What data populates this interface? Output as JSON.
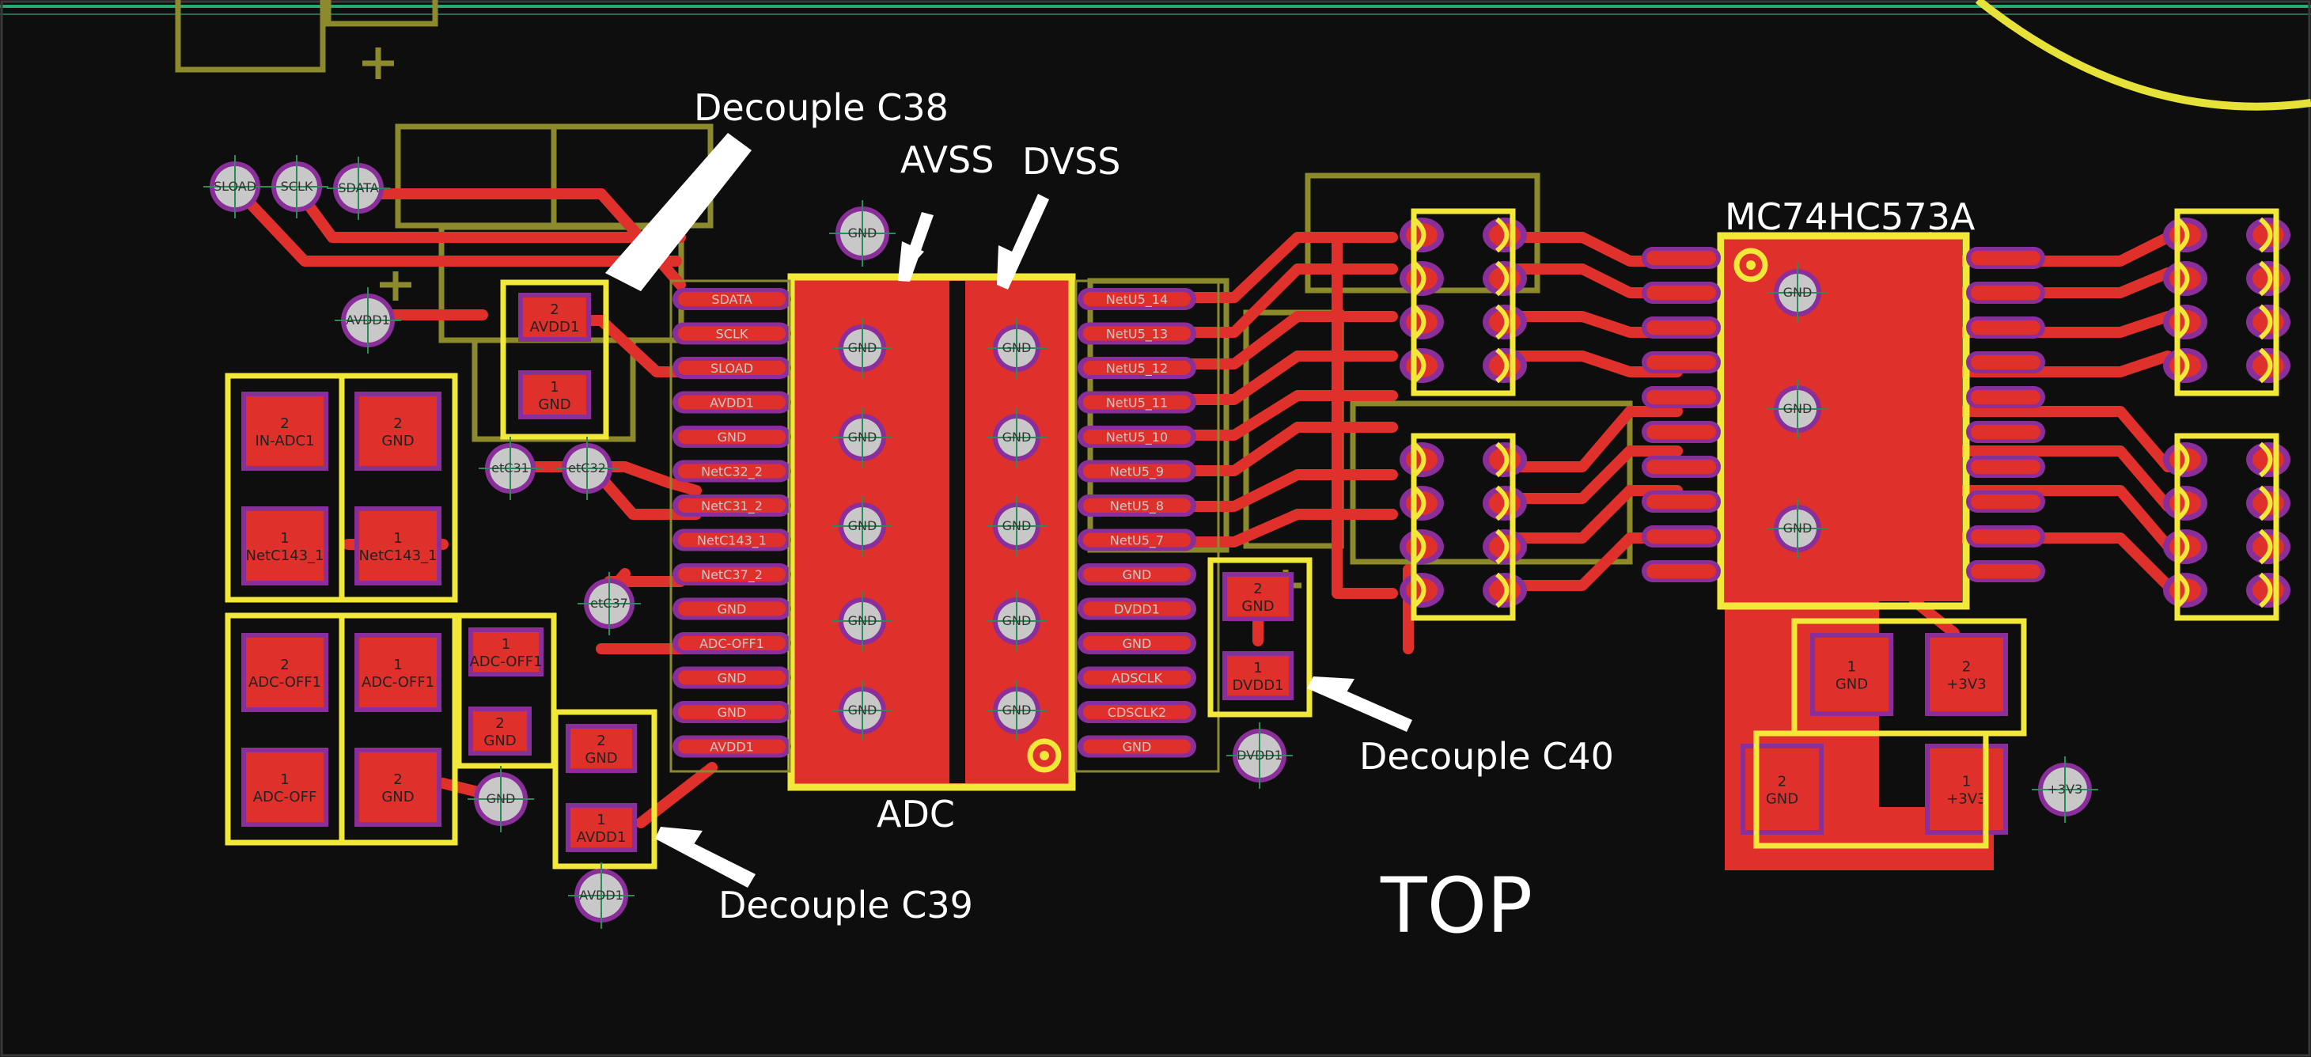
{
  "annotations": {
    "decouple_c38": "Decouple C38",
    "avss": "AVSS",
    "dvss": "DVSS",
    "adc": "ADC",
    "decouple_c39": "Decouple C39",
    "decouple_c40": "Decouple C40",
    "mc74": "MC74HC573A",
    "top": "TOP"
  },
  "vias": {
    "sload": "SLOAD",
    "sclk": "SCLK",
    "sdata": "SDATA",
    "avdd1_upper": "AVDD1",
    "gnd_adc_top": "GND",
    "netc31": "etC31",
    "netc32": "etC32",
    "netc37": "etC37",
    "gnd_left": "GND",
    "avdd1_lower": "AVDD1",
    "dvdd1": "DVDD1",
    "v3v3": "+3V3"
  },
  "adc_vias": {
    "avss_column": [
      "GND",
      "GND",
      "GND",
      "GND",
      "GND"
    ],
    "dvss_column": [
      "GND",
      "GND",
      "GND",
      "GND",
      "GND"
    ]
  },
  "mc74_vias": [
    "GND",
    "GND",
    "GND"
  ],
  "pads": {
    "c38_2": [
      "2",
      "AVDD1"
    ],
    "c38_1": [
      "1",
      "GND"
    ],
    "in_adc1": [
      "2",
      "IN-ADC1"
    ],
    "gnd_a": [
      "2",
      "GND"
    ],
    "netc143_a": [
      "1",
      "NetC143_1"
    ],
    "netc143_b": [
      "1",
      "NetC143_1"
    ],
    "adc_off1_a": [
      "2",
      "ADC-OFF1"
    ],
    "adc_off1_b": [
      "1",
      "ADC-OFF1"
    ],
    "adc_off1_c": [
      "1",
      "ADC-OFF1"
    ],
    "adc_off": [
      "1",
      "ADC-OFF"
    ],
    "gnd_b": [
      "2",
      "GND"
    ],
    "gnd_c": [
      "2",
      "GND"
    ],
    "c39_2": [
      "2",
      "GND"
    ],
    "c39_1": [
      "1",
      "AVDD1"
    ],
    "c40_2": [
      "2",
      "GND"
    ],
    "c40_1": [
      "1",
      "DVDD1"
    ],
    "reg_gnd_a": [
      "1",
      "GND"
    ],
    "reg_3v3_a": [
      "2",
      "+3V3"
    ],
    "reg_gnd_b": [
      "2",
      "GND"
    ],
    "reg_3v3_b": [
      "1",
      "+3V3"
    ]
  },
  "adc_left_pins": [
    "SDATA",
    "SCLK",
    "SLOAD",
    "AVDD1",
    "GND",
    "NetC32_2",
    "NetC31_2",
    "NetC143_1",
    "NetC37_2",
    "GND",
    "ADC-OFF1",
    "GND",
    "GND",
    "AVDD1"
  ],
  "adc_right_pins": [
    "NetU5_14",
    "NetU5_13",
    "NetU5_12",
    "NetU5_11",
    "NetU5_10",
    "NetU5_9",
    "NetU5_8",
    "NetU5_7",
    "GND",
    "DVDD1",
    "GND",
    "ADSCLK",
    "CDSCLK2",
    "GND"
  ],
  "colors": {
    "background": "#0e0e0e",
    "copper": "#e0302c",
    "silkscreen": "#f2e83a",
    "assembly": "#8c8a2c",
    "pad_outline": "#8a2e9a",
    "via": "#c8c8c8",
    "board_edge": "#2aa870"
  }
}
